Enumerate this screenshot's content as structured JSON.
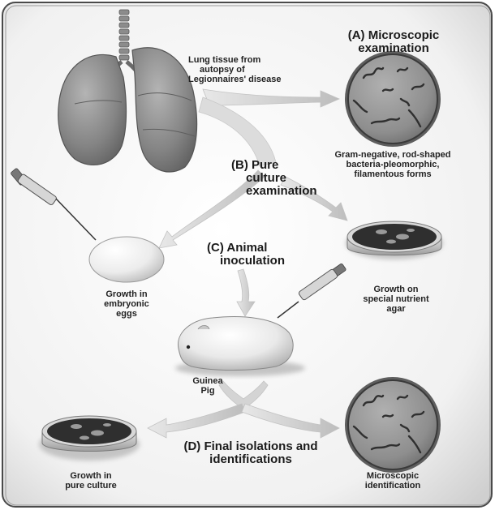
{
  "labels": {
    "lung_source": [
      "Lung tissue from",
      "autopsy of",
      "Legionnaires' disease"
    ],
    "step_a": [
      "(A) Microscopic",
      "examination"
    ],
    "gram_result": [
      "Gram-negative, rod-shaped",
      "bacteria-pleomorphic,",
      "filamentous forms"
    ],
    "step_b": [
      "(B) Pure",
      "culture",
      "examination"
    ],
    "eggs": [
      "Growth in",
      "embryonic",
      "eggs"
    ],
    "step_c": [
      "(C) Animal",
      "inoculation"
    ],
    "agar": [
      "Growth on",
      "special nutrient",
      "agar"
    ],
    "guinea_pig": [
      "Guinea",
      "Pig"
    ],
    "step_d": [
      "(D) Final isolations and",
      "identifications"
    ],
    "pure_culture": [
      "Growth in",
      "pure culture"
    ],
    "micro_id": [
      "Microscopic",
      "identification"
    ]
  },
  "colors": {
    "background": "#ffffff",
    "frame": "#4a4a4a",
    "lung": "#8a8a8a",
    "arrow": "#c9c9c9",
    "petri_medium": "#2f2f2f",
    "micro_disc": "#9a9a9a"
  }
}
